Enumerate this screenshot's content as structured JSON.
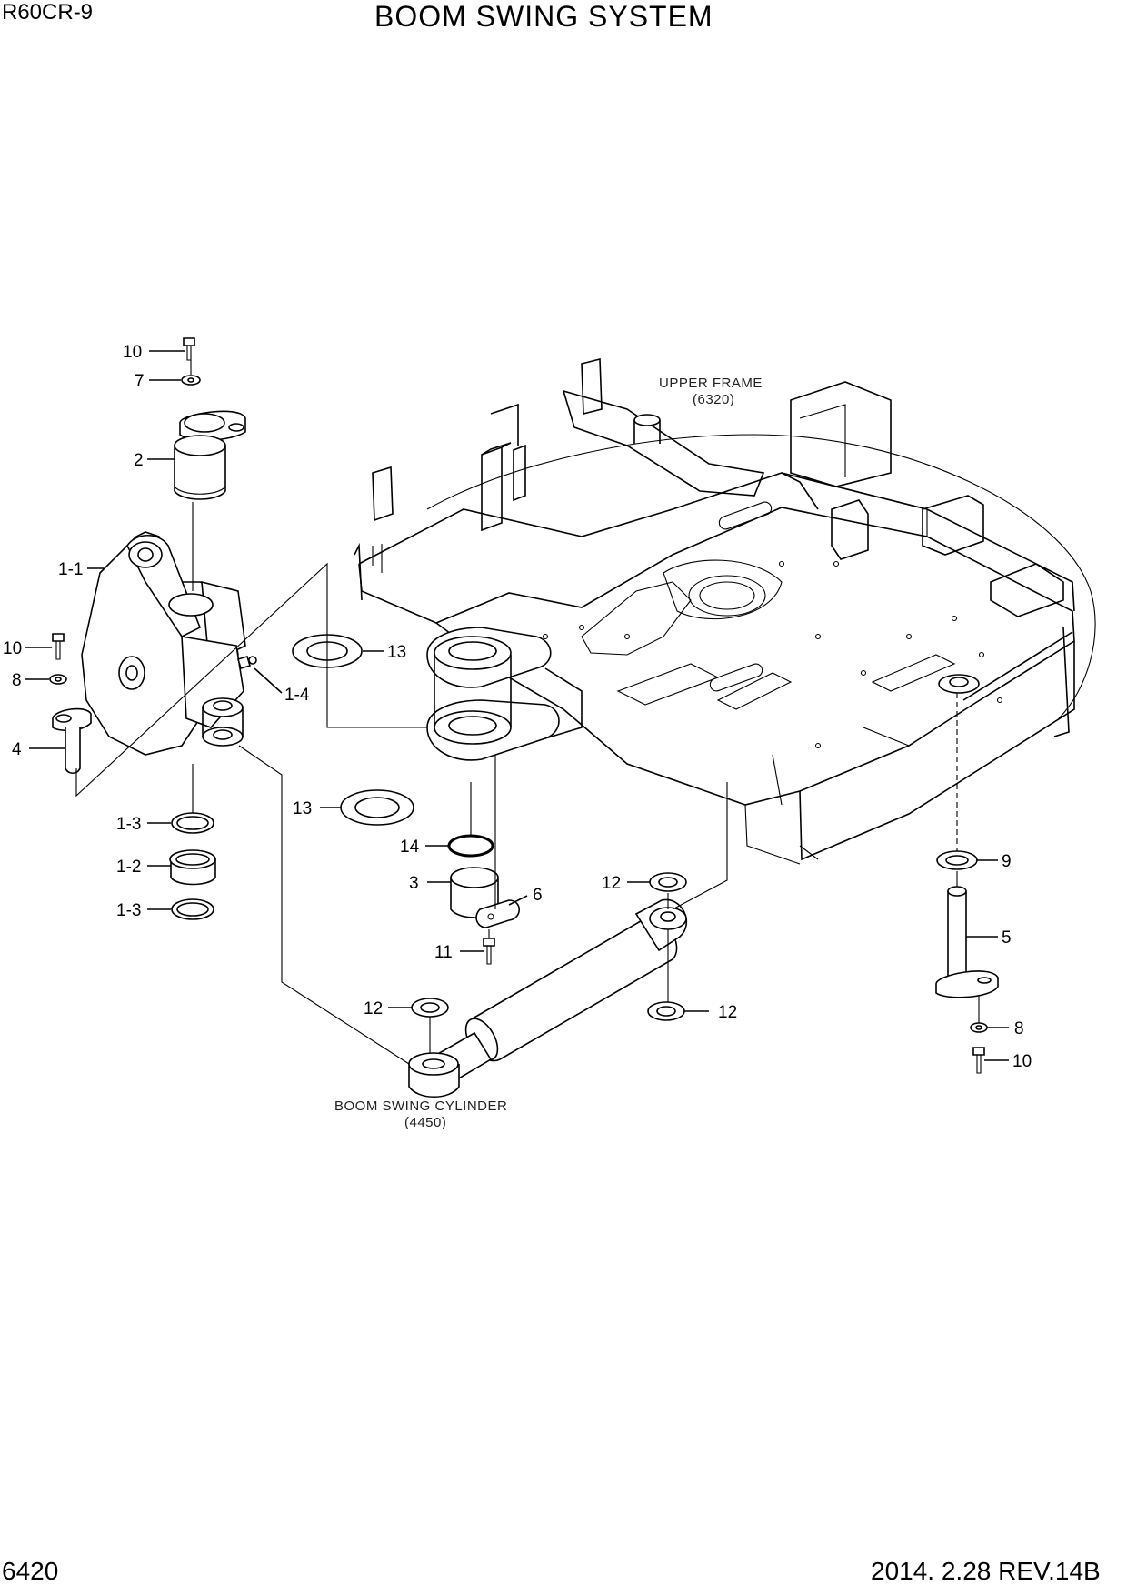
{
  "header": {
    "model": "R60CR-9",
    "title": "BOOM SWING SYSTEM"
  },
  "footer": {
    "page_number": "6420",
    "revision": "2014. 2.28  REV.14B"
  },
  "annotations": {
    "upper_frame": "UPPER FRAME",
    "upper_frame_ref": "(6320)",
    "boom_swing_cylinder": "BOOM SWING CYLINDER",
    "boom_swing_cylinder_ref": "(4450)"
  },
  "callouts": {
    "c10_top": "10",
    "c7": "7",
    "c2": "2",
    "c1_1": "1-1",
    "c10_left": "10",
    "c8_left": "8",
    "c4": "4",
    "c1_4": "1-4",
    "c1_3_top": "1-3",
    "c1_2": "1-2",
    "c1_3_bottom": "1-3",
    "c13_top": "13",
    "c13_bottom": "13",
    "c14": "14",
    "c3": "3",
    "c6": "6",
    "c11": "11",
    "c12_upper": "12",
    "c12_lower_left": "12",
    "c12_lower_right": "12",
    "c9": "9",
    "c5": "5",
    "c8_right": "8",
    "c10_right": "10"
  }
}
